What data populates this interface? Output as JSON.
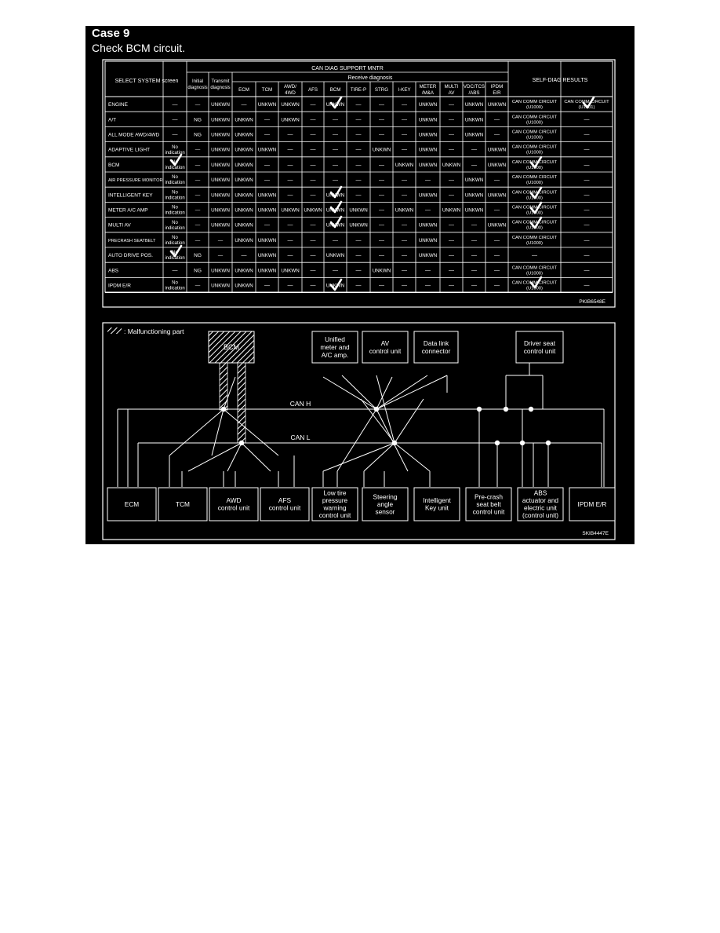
{
  "page": {
    "title": "Case 9",
    "subtitle": "Check BCM circuit."
  },
  "table": {
    "group_header": "CAN DIAG SUPPORT MNTR",
    "subgroup_header": "Receive diagnosis",
    "select_system_header": "SELECT SYSTEM screen",
    "self_diag_header": "SELF-DIAG RESULTS",
    "initial_header": [
      "Initial",
      "diagnosis"
    ],
    "transmit_header": [
      "Transmit",
      "diagnosis"
    ],
    "receive_columns": [
      [
        "ECM"
      ],
      [
        "TCM"
      ],
      [
        "AWD/",
        "4WD"
      ],
      [
        "AFS"
      ],
      [
        "BCM"
      ],
      [
        "TIRE-P"
      ],
      [
        "STRG"
      ],
      [
        "I-KEY"
      ],
      [
        "METER",
        "/M&A"
      ],
      [
        "MULTI",
        "AV"
      ],
      [
        "VDC/TCS",
        "/ABS"
      ],
      [
        "IPDM",
        "E/R"
      ]
    ],
    "rows": [
      {
        "system": "ENGINE",
        "screen": "—",
        "initial": "—",
        "transmit": "UNKWN",
        "receive": [
          "—",
          "UNKWN",
          "UNKWN",
          "—",
          "UNKWN",
          "—",
          "—",
          "—",
          "UNKWN",
          "—",
          "UNKWN",
          "UNKWN"
        ],
        "self1": [
          "CAN COMM CIRCUIT",
          "(U1000)"
        ],
        "self2": [
          "CAN COMM CIRCUIT",
          "(U1001)"
        ]
      },
      {
        "system": "A/T",
        "screen": "—",
        "initial": "NG",
        "transmit": "UNKWN",
        "receive": [
          "UNKWN",
          "—",
          "UNKWN",
          "—",
          "—",
          "—",
          "—",
          "—",
          "UNKWN",
          "—",
          "UNKWN",
          "—"
        ],
        "self1": [
          "CAN COMM CIRCUIT",
          "(U1000)"
        ],
        "self2": [
          "—"
        ]
      },
      {
        "system": "ALL MODE AWD/4WD",
        "screen": "—",
        "initial": "NG",
        "transmit": "UNKWN",
        "receive": [
          "UNKWN",
          "—",
          "—",
          "—",
          "—",
          "—",
          "—",
          "—",
          "UNKWN",
          "—",
          "UNKWN",
          "—"
        ],
        "self1": [
          "CAN COMM CIRCUIT",
          "(U1000)"
        ],
        "self2": [
          "—"
        ]
      },
      {
        "system": "ADAPTIVE LIGHT",
        "screen": "No indication",
        "initial": "—",
        "transmit": "UNKWN",
        "receive": [
          "UNKWN",
          "UNKWN",
          "—",
          "—",
          "—",
          "—",
          "UNKWN",
          "—",
          "UNKWN",
          "—",
          "—",
          "UNKWN"
        ],
        "self1": [
          "CAN COMM CIRCUIT",
          "(U1000)"
        ],
        "self2": [
          "—"
        ]
      },
      {
        "system": "BCM",
        "screen": "No indication",
        "initial": "—",
        "transmit": "UNKWN",
        "receive": [
          "UNKWN",
          "—",
          "—",
          "—",
          "—",
          "—",
          "—",
          "UNKWN",
          "UNKWN",
          "UNKWN",
          "—",
          "UNKWN"
        ],
        "self1": [
          "CAN COMM CIRCUIT",
          "(U1000)"
        ],
        "self2": [
          "—"
        ]
      },
      {
        "system": "AIR PRESSURE MONITOR",
        "screen": "No indication",
        "initial": "—",
        "transmit": "UNKWN",
        "receive": [
          "UNKWN",
          "—",
          "—",
          "—",
          "—",
          "—",
          "—",
          "—",
          "—",
          "—",
          "UNKWN",
          "—"
        ],
        "self1": [
          "CAN COMM CIRCUIT",
          "(U1000)"
        ],
        "self2": [
          "—"
        ]
      },
      {
        "system": "INTELLIGENT KEY",
        "screen": "No indication",
        "initial": "—",
        "transmit": "UNKWN",
        "receive": [
          "UNKWN",
          "UNKWN",
          "—",
          "—",
          "UNKWN",
          "—",
          "—",
          "—",
          "UNKWN",
          "—",
          "UNKWN",
          "UNKWN"
        ],
        "self1": [
          "CAN COMM CIRCUIT",
          "(U1000)"
        ],
        "self2": [
          "—"
        ]
      },
      {
        "system": "METER A/C AMP",
        "screen": "No indication",
        "initial": "—",
        "transmit": "UNKWN",
        "receive": [
          "UNKWN",
          "UNKWN",
          "UNKWN",
          "UNKWN",
          "UNKWN",
          "UNKWN",
          "—",
          "UNKWN",
          "—",
          "UNKWN",
          "UNKWN",
          "—"
        ],
        "self1": [
          "CAN COMM CIRCUIT",
          "(U1000)"
        ],
        "self2": [
          "—"
        ]
      },
      {
        "system": "MULTI AV",
        "screen": "No indication",
        "initial": "—",
        "transmit": "UNKWN",
        "receive": [
          "UNKWN",
          "—",
          "—",
          "—",
          "UNKWN",
          "UNKWN",
          "—",
          "—",
          "UNKWN",
          "—",
          "—",
          "UNKWN"
        ],
        "self1": [
          "CAN COMM CIRCUIT",
          "(U1000)"
        ],
        "self2": [
          "—"
        ]
      },
      {
        "system": "PRECRASH SEATBELT",
        "screen": "No indication",
        "initial": "—",
        "transmit": "—",
        "receive": [
          "UNKWN",
          "UNKWN",
          "—",
          "—",
          "—",
          "—",
          "—",
          "—",
          "UNKWN",
          "—",
          "—",
          "—"
        ],
        "self1": [
          "CAN COMM CIRCUIT",
          "(U1000)"
        ],
        "self2": [
          "—"
        ]
      },
      {
        "system": "AUTO DRIVE POS.",
        "screen": "No indication",
        "initial": "NG",
        "transmit": "—",
        "receive": [
          "—",
          "UNKWN",
          "—",
          "—",
          "UNKWN",
          "—",
          "—",
          "—",
          "UNKWN",
          "—",
          "—",
          "—"
        ],
        "self1": [
          "—"
        ],
        "self2": [
          "—"
        ]
      },
      {
        "system": "ABS",
        "screen": "—",
        "initial": "NG",
        "transmit": "UNKWN",
        "receive": [
          "UNKWN",
          "UNKWN",
          "UNKWN",
          "—",
          "—",
          "—",
          "UNKWN",
          "—",
          "—",
          "—",
          "—",
          "—"
        ],
        "self1": [
          "CAN COMM CIRCUIT",
          "(U1000)"
        ],
        "self2": [
          "—"
        ]
      },
      {
        "system": "IPDM E/R",
        "screen": "No indication",
        "initial": "—",
        "transmit": "UNKWN",
        "receive": [
          "UNKWN",
          "—",
          "—",
          "—",
          "UNKWN",
          "—",
          "—",
          "—",
          "—",
          "—",
          "—",
          "—"
        ],
        "self1": [
          "CAN COMM CIRCUIT",
          "(U1000)"
        ],
        "self2": [
          "—"
        ]
      }
    ],
    "code": "PKIB6548E"
  },
  "diagram": {
    "legend": ": Malfunctioning part",
    "can_h": "CAN H",
    "can_l": "CAN L",
    "top_units": [
      {
        "lines": [
          "BCM"
        ]
      },
      {
        "lines": [
          "Unified",
          "meter and",
          "A/C amp."
        ]
      },
      {
        "lines": [
          "AV",
          "control unit"
        ]
      },
      {
        "lines": [
          "Data link",
          "connector"
        ]
      },
      {
        "lines": [
          "Driver seat",
          "control unit"
        ]
      }
    ],
    "bottom_units": [
      {
        "lines": [
          "ECM"
        ]
      },
      {
        "lines": [
          "TCM"
        ]
      },
      {
        "lines": [
          "AWD",
          "control unit"
        ]
      },
      {
        "lines": [
          "AFS",
          "control unit"
        ]
      },
      {
        "lines": [
          "Low tire",
          "pressure",
          "warning",
          "control unit"
        ]
      },
      {
        "lines": [
          "Steering",
          "angle",
          "sensor"
        ]
      },
      {
        "lines": [
          "Intelligent",
          "Key unit"
        ]
      },
      {
        "lines": [
          "Pre-crash",
          "seat belt",
          "control unit"
        ]
      },
      {
        "lines": [
          "ABS",
          "actuator and",
          "electric unit",
          "(control unit)"
        ]
      },
      {
        "lines": [
          "IPDM E/R"
        ]
      }
    ],
    "code": "SKIB4447E"
  }
}
